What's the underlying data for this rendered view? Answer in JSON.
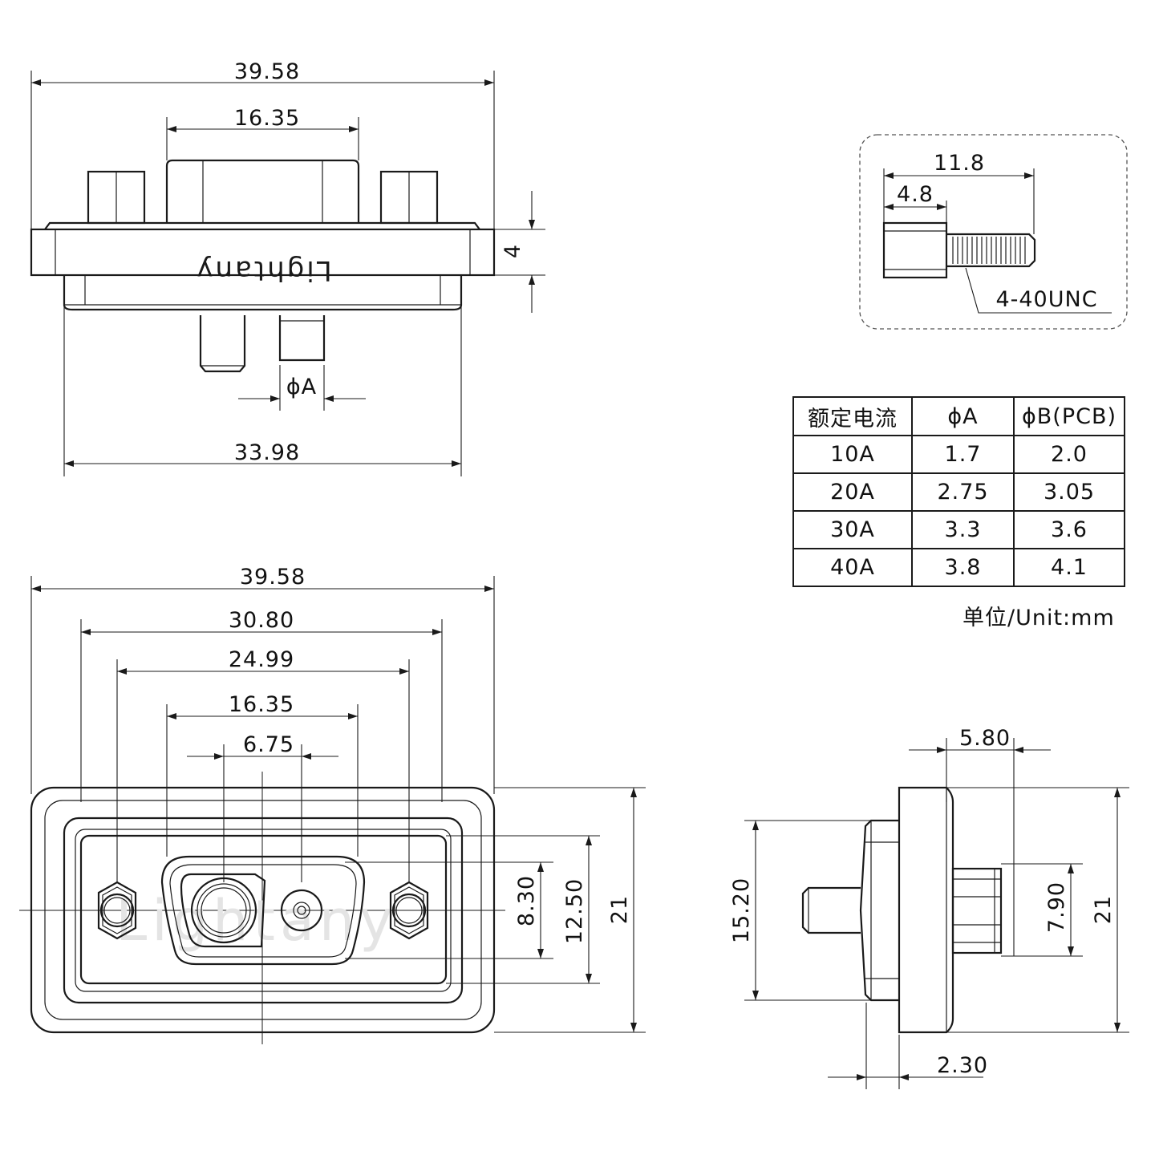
{
  "logo_text": "Lightany",
  "front_view": {
    "dim_overall_width": "39.58",
    "dim_shell_width": "16.35",
    "dim_height": "4",
    "dim_pin_diameter": "ϕA",
    "dim_rear_width": "33.98"
  },
  "screw_detail": {
    "dim_length": "11.8",
    "dim_hex_length": "4.8",
    "thread_label": "4-40UNC"
  },
  "spec_table": {
    "headers": [
      "额定电流",
      "ϕA",
      "ϕB(PCB)"
    ],
    "rows": [
      [
        "10A",
        "1.7",
        "2.0"
      ],
      [
        "20A",
        "2.75",
        "3.05"
      ],
      [
        "30A",
        "3.3",
        "3.6"
      ],
      [
        "40A",
        "3.8",
        "4.1"
      ]
    ],
    "unit_note": "单位/Unit:mm"
  },
  "top_view": {
    "dim_overall_width": "39.58",
    "dim_30": "30.80",
    "dim_hole_pitch": "24.99",
    "dim_shell_width": "16.35",
    "dim_pin_pitch": "6.75",
    "dim_830": "8.30",
    "dim_1250": "12.50",
    "dim_height": "21"
  },
  "side_view": {
    "dim_top": "5.80",
    "dim_left": "15.20",
    "dim_post": "7.90",
    "dim_height": "21",
    "dim_bottom": "2.30"
  }
}
